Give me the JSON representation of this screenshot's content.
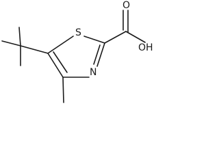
{
  "molecule": {
    "atoms": {
      "oxygen_carbonyl": "O",
      "hydroxyl": "OH",
      "sulfur": "S",
      "nitrogen": "N"
    }
  },
  "colors": {
    "bond": "#1a1a1a",
    "label": "#1a1a1a",
    "background": "#ffffff"
  }
}
